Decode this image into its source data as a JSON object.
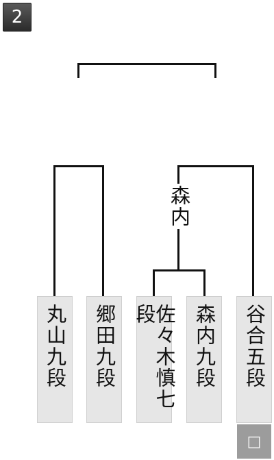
{
  "round": {
    "number": "2"
  },
  "bracket": {
    "players": [
      {
        "name": "丸山九段"
      },
      {
        "name": "郷田九段"
      },
      {
        "name": "佐々木慎七段"
      },
      {
        "name": "森内九段"
      },
      {
        "name": "谷合五段"
      }
    ],
    "winners": [
      {
        "name": "森内"
      }
    ],
    "seed_marker": "□"
  }
}
